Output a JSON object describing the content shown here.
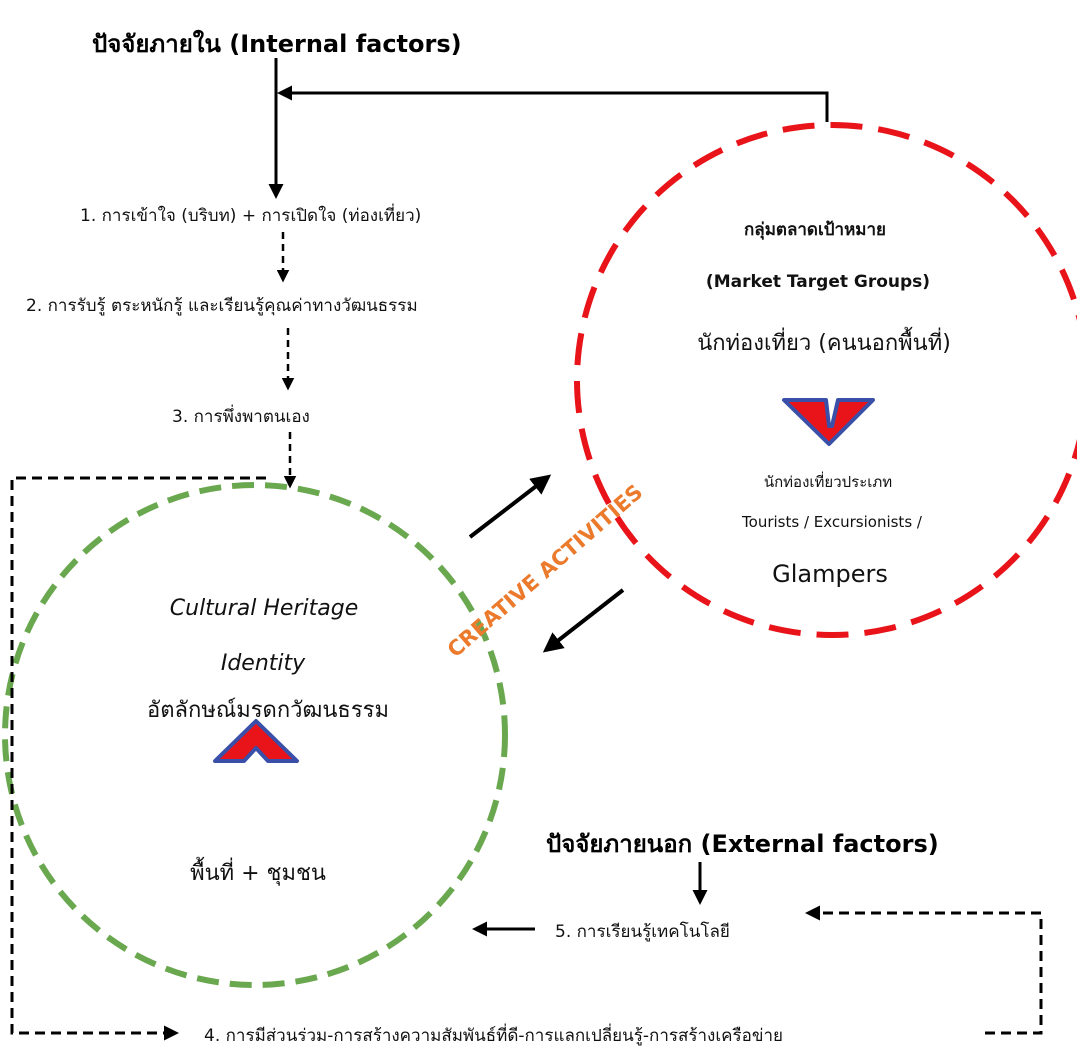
{
  "internal": {
    "title": "ปัจจัยภายใน (Internal factors)",
    "step1": "1. การเข้าใจ (บริบท) + การเปิดใจ (ท่องเที่ยว)",
    "step2": "2. การรับรู้ ตระหนักรู้ และเรียนรู้คุณค่าทางวัฒนธรรม",
    "step3": "3. การพึ่งพาตนเอง"
  },
  "market": {
    "title_th": "กลุ่มตลาดเป้าหมาย",
    "title_en": "(Market Target Groups)",
    "tourists": "นักท่องเที่ยว (คนนอกพื้นที่)",
    "type_label": "นักท่องเที่ยวประเภท",
    "types": "Tourists / Excursionists /",
    "glampers": "Glampers"
  },
  "heritage": {
    "line1": "Cultural Heritage",
    "line2": "Identity",
    "thai": "อัตลักษณ์มรดกวัฒนธรรม",
    "place": "พื้นที่ + ชุมชน"
  },
  "creative": "CREATIVE ACTIVITIES",
  "external": {
    "title": "ปัจจัยภายนอก (External factors)",
    "step5": "5. การเรียนรู้เทคโนโลยี",
    "step4": "4. การมีส่วนร่วม-การสร้างความสัมพันธ์ที่ดี-การแลกเปลี่ยนรู้-การสร้างเครือข่าย"
  },
  "colors": {
    "market_circle": "#e8141a",
    "heritage_circle": "#6aa84f",
    "creative_text": "#ec7a2c",
    "chevron_fill": "#e8141a",
    "chevron_edge": "#3a4fa8"
  }
}
